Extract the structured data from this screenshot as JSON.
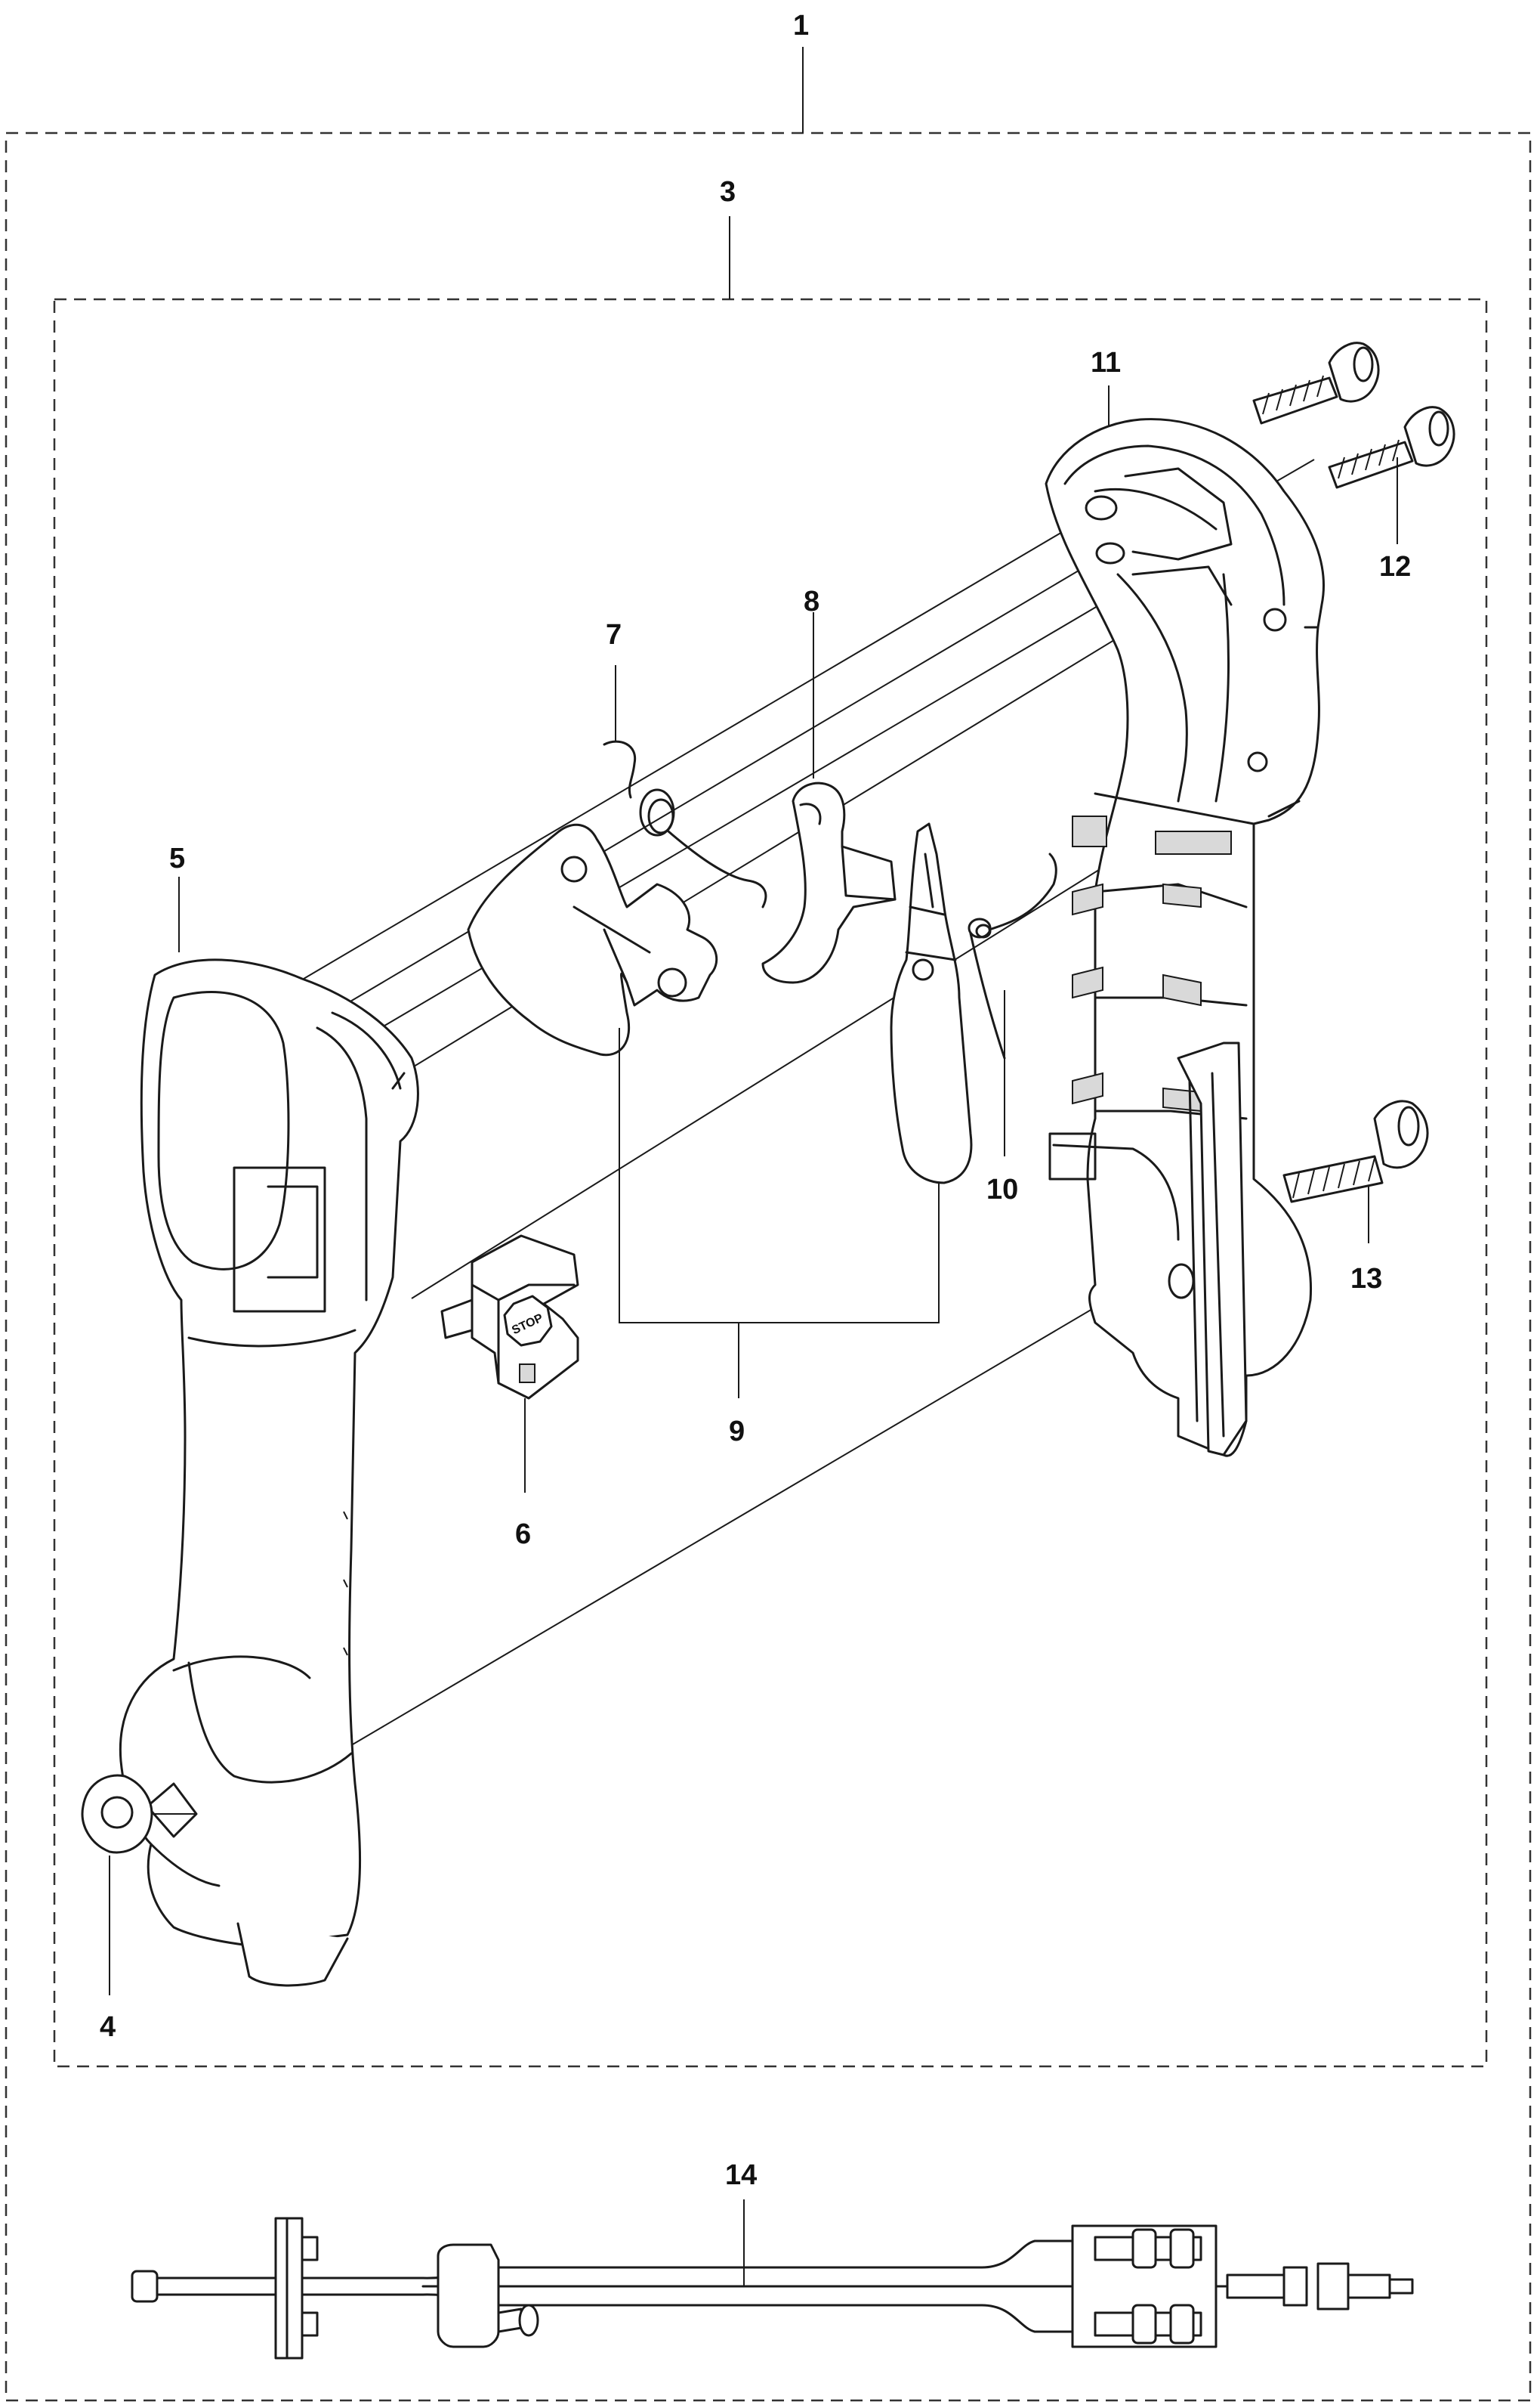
{
  "diagram": {
    "callouts": {
      "c1": "1",
      "c3": "3",
      "c4": "4",
      "c5": "5",
      "c6": "6",
      "c7": "7",
      "c8": "8",
      "c9": "9",
      "c10": "10",
      "c11": "11",
      "c12": "12",
      "c13": "13",
      "c14": "14"
    },
    "switch_label": "STOP",
    "colors": {
      "line": "#1a1a1a",
      "background": "#ffffff",
      "shade": "#d9d9d9"
    }
  }
}
